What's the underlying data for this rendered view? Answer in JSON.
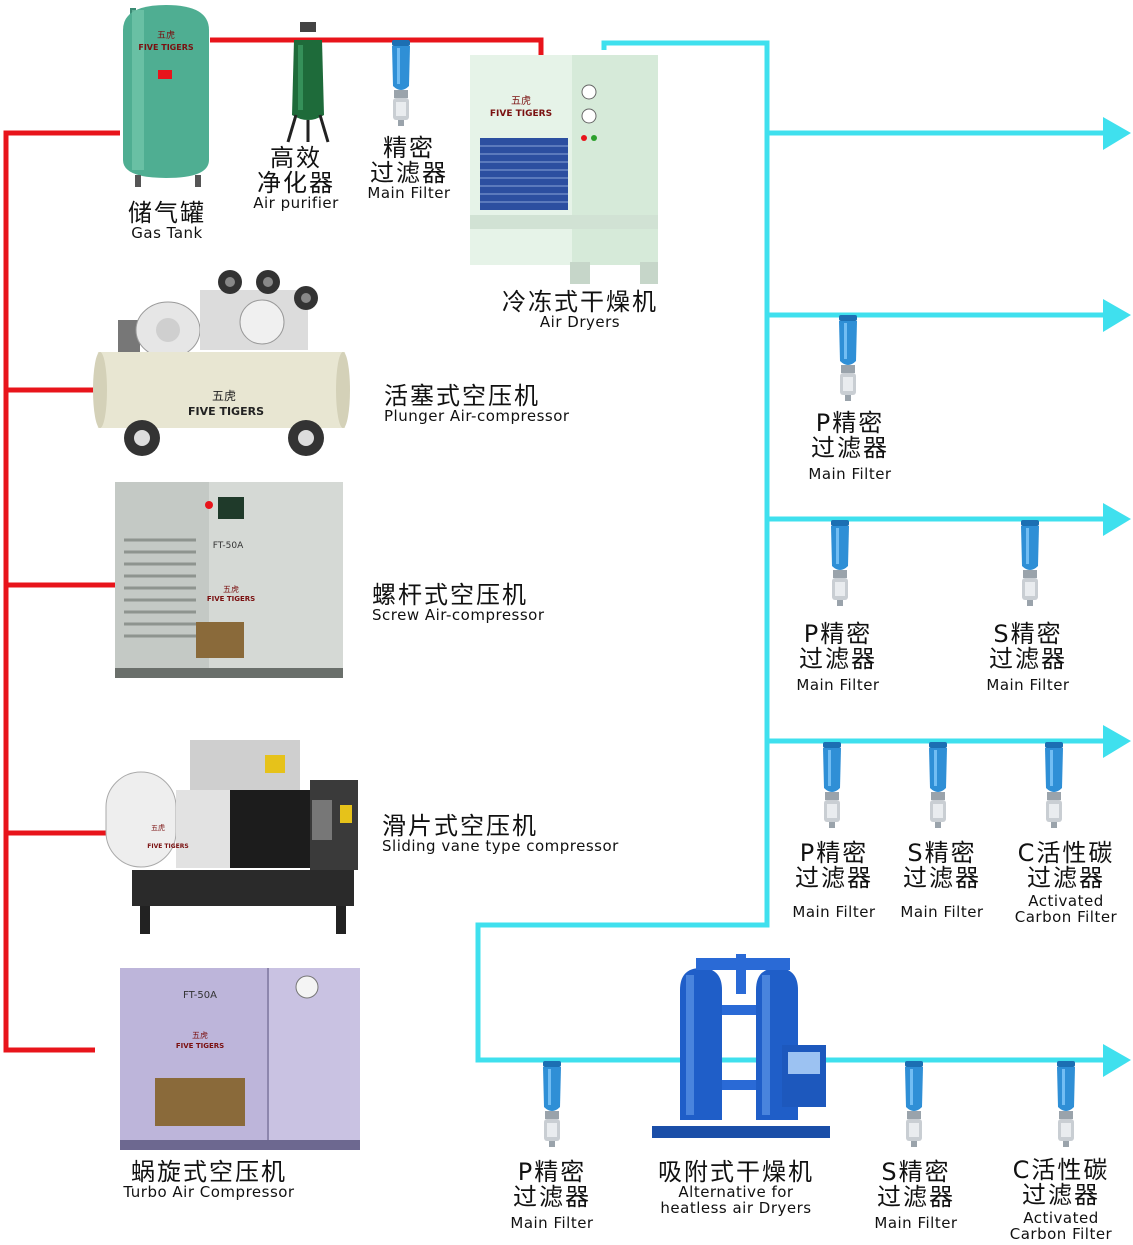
{
  "colors": {
    "compressed_air_line": "#e8141b",
    "dry_air_line": "#3fe0ee",
    "filter_blue": "#2f8fd6",
    "tank_green": "#4fae92",
    "dryer_cabinet": "#e6f3e8",
    "dryer_grille": "#2c4fa0",
    "compressor_cream": "#e8e6d2",
    "screw_gray": "#d5d9d5",
    "vane_black": "#2a2a2a",
    "turbo_purple": "#c9c2e2",
    "adsorption_blue": "#1f5ec8"
  },
  "brand": {
    "chinese": "五虎",
    "english": "FIVE TIGERS",
    "model": "FT-50A"
  },
  "labels": {
    "gas_tank": {
      "zh": "储气罐",
      "en": "Gas Tank"
    },
    "air_purifier": {
      "zh1": "高效",
      "zh2": "净化器",
      "en": "Air purifier"
    },
    "main_filter_top": {
      "zh1": "精密",
      "zh2": "过滤器",
      "en": "Main Filter"
    },
    "air_dryers": {
      "zh": "冷冻式干燥机",
      "en": "Air Dryers"
    },
    "plunger": {
      "zh": "活塞式空压机",
      "en": "Plunger  Air-compressor"
    },
    "screw": {
      "zh": "螺杆式空压机",
      "en": "Screw Air-compressor"
    },
    "sliding": {
      "zh": "滑片式空压机",
      "en": "Sliding vane type compressor"
    },
    "turbo": {
      "zh": "蜗旋式空压机",
      "en": "Turbo Air Compressor"
    },
    "adsorption": {
      "zh": "吸附式干燥机",
      "en1": "Alternative for",
      "en2": "heatless air Dryers"
    }
  },
  "filters": {
    "p": {
      "zh1": "P精密",
      "zh2": "过滤器",
      "en": "Main Filter"
    },
    "s": {
      "zh1": "S精密",
      "zh2": "过滤器",
      "en": "Main Filter"
    },
    "c": {
      "zh1": "C活性碳",
      "zh2": "过滤器",
      "en1": "Activated",
      "en2": "Carbon  Filter"
    }
  }
}
